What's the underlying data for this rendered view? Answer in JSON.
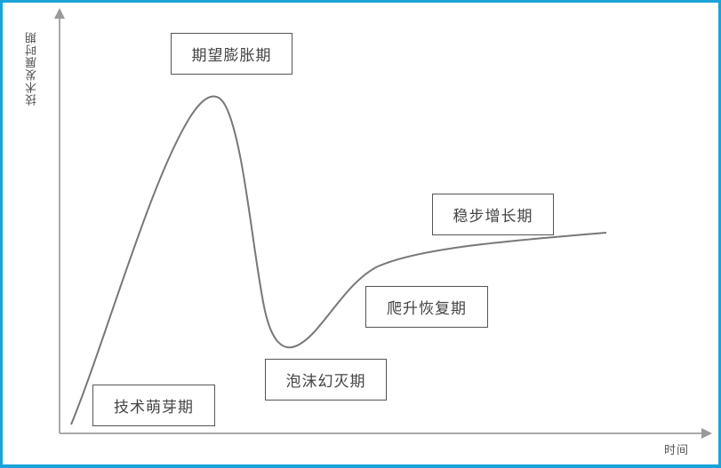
{
  "diagram": {
    "type": "hype-cycle",
    "axes": {
      "y_label": "技术发展时期",
      "x_label": "时间"
    },
    "phases": [
      {
        "id": "trigger",
        "label": "技术萌芽期"
      },
      {
        "id": "peak",
        "label": "期望膨胀期"
      },
      {
        "id": "trough",
        "label": "泡沫幻灭期"
      },
      {
        "id": "slope",
        "label": "爬升恢复期"
      },
      {
        "id": "plateau",
        "label": "稳步增长期"
      }
    ],
    "colors": {
      "frame_border": "#1aa3d8",
      "axis": "#aaaaaa",
      "curve": "#777777",
      "box_border": "#555555",
      "text": "#444444"
    }
  }
}
